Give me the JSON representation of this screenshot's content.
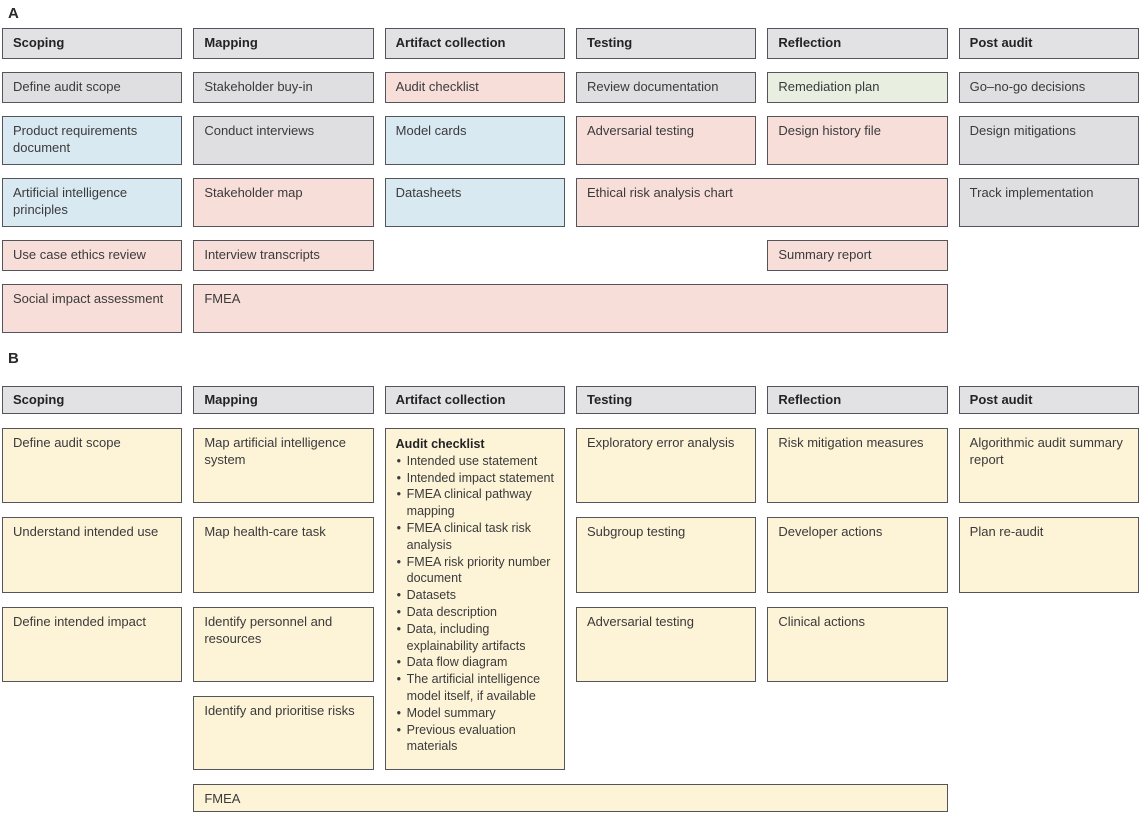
{
  "colors": {
    "header_gray": "#e2e2e4",
    "gray": "#dfdfe1",
    "blue": "#d9e9f1",
    "pink": "#f8ded9",
    "green": "#e8efe0",
    "cream": "#fdf3d6",
    "border": "#54555a",
    "text": "#3a3a3c"
  },
  "panelA": {
    "label": "A",
    "headers": [
      "Scoping",
      "Mapping",
      "Artifact collection",
      "Testing",
      "Reflection",
      "Post audit"
    ],
    "boxes": [
      {
        "label": "Define audit scope",
        "color": "gray"
      },
      {
        "label": "Stakeholder buy-in",
        "color": "gray"
      },
      {
        "label": "Audit checklist",
        "color": "pink"
      },
      {
        "label": "Review documentation",
        "color": "gray"
      },
      {
        "label": "Remediation plan",
        "color": "green"
      },
      {
        "label": "Go–no-go decisions",
        "color": "gray"
      },
      {
        "label": "Product requirements document",
        "color": "blue"
      },
      {
        "label": "Conduct interviews",
        "color": "gray"
      },
      {
        "label": "Model cards",
        "color": "blue"
      },
      {
        "label": "Adversarial testing",
        "color": "pink"
      },
      {
        "label": "Design history file",
        "color": "pink"
      },
      {
        "label": "Design mitigations",
        "color": "gray"
      },
      {
        "label": "Artificial intelligence principles",
        "color": "blue"
      },
      {
        "label": "Stakeholder map",
        "color": "pink"
      },
      {
        "label": "Datasheets",
        "color": "blue"
      },
      {
        "label": "Ethical risk analysis chart",
        "color": "pink"
      },
      {
        "label": "Track implementation",
        "color": "gray"
      },
      {
        "label": "Use case ethics review",
        "color": "pink"
      },
      {
        "label": "Interview transcripts",
        "color": "pink"
      },
      {
        "label": "Summary report",
        "color": "pink"
      },
      {
        "label": "Social impact assessment",
        "color": "pink"
      },
      {
        "label": "FMEA",
        "color": "pink"
      }
    ]
  },
  "panelB": {
    "label": "B",
    "headers": [
      "Scoping",
      "Mapping",
      "Artifact collection",
      "Testing",
      "Reflection",
      "Post audit"
    ],
    "boxes": [
      {
        "label": "Define audit scope",
        "color": "cream"
      },
      {
        "label": "Map artificial intelligence system",
        "color": "cream"
      },
      {
        "label": "Exploratory error analysis",
        "color": "cream"
      },
      {
        "label": "Risk mitigation measures",
        "color": "cream"
      },
      {
        "label": "Algorithmic audit summary report",
        "color": "cream"
      },
      {
        "label": "Understand intended use",
        "color": "cream"
      },
      {
        "label": "Map health-care task",
        "color": "cream"
      },
      {
        "label": "Subgroup testing",
        "color": "cream"
      },
      {
        "label": "Developer actions",
        "color": "cream"
      },
      {
        "label": "Plan re-audit",
        "color": "cream"
      },
      {
        "label": "Define intended impact",
        "color": "cream"
      },
      {
        "label": "Identify personnel and resources",
        "color": "cream"
      },
      {
        "label": "Adversarial testing",
        "color": "cream"
      },
      {
        "label": "Clinical actions",
        "color": "cream"
      },
      {
        "label": "Identify and prioritise risks",
        "color": "cream"
      },
      {
        "label": "FMEA",
        "color": "cream"
      }
    ],
    "audit_checklist": {
      "title": "Audit checklist",
      "items": [
        "Intended use statement",
        "Intended impact statement",
        "FMEA clinical pathway mapping",
        "FMEA clinical task risk analysis",
        "FMEA risk priority number document",
        "Datasets",
        "Data description",
        "Data, including explainability artifacts",
        "Data flow diagram",
        "The artificial intelligence model itself, if available",
        "Model summary",
        "Previous evaluation materials"
      ]
    }
  }
}
